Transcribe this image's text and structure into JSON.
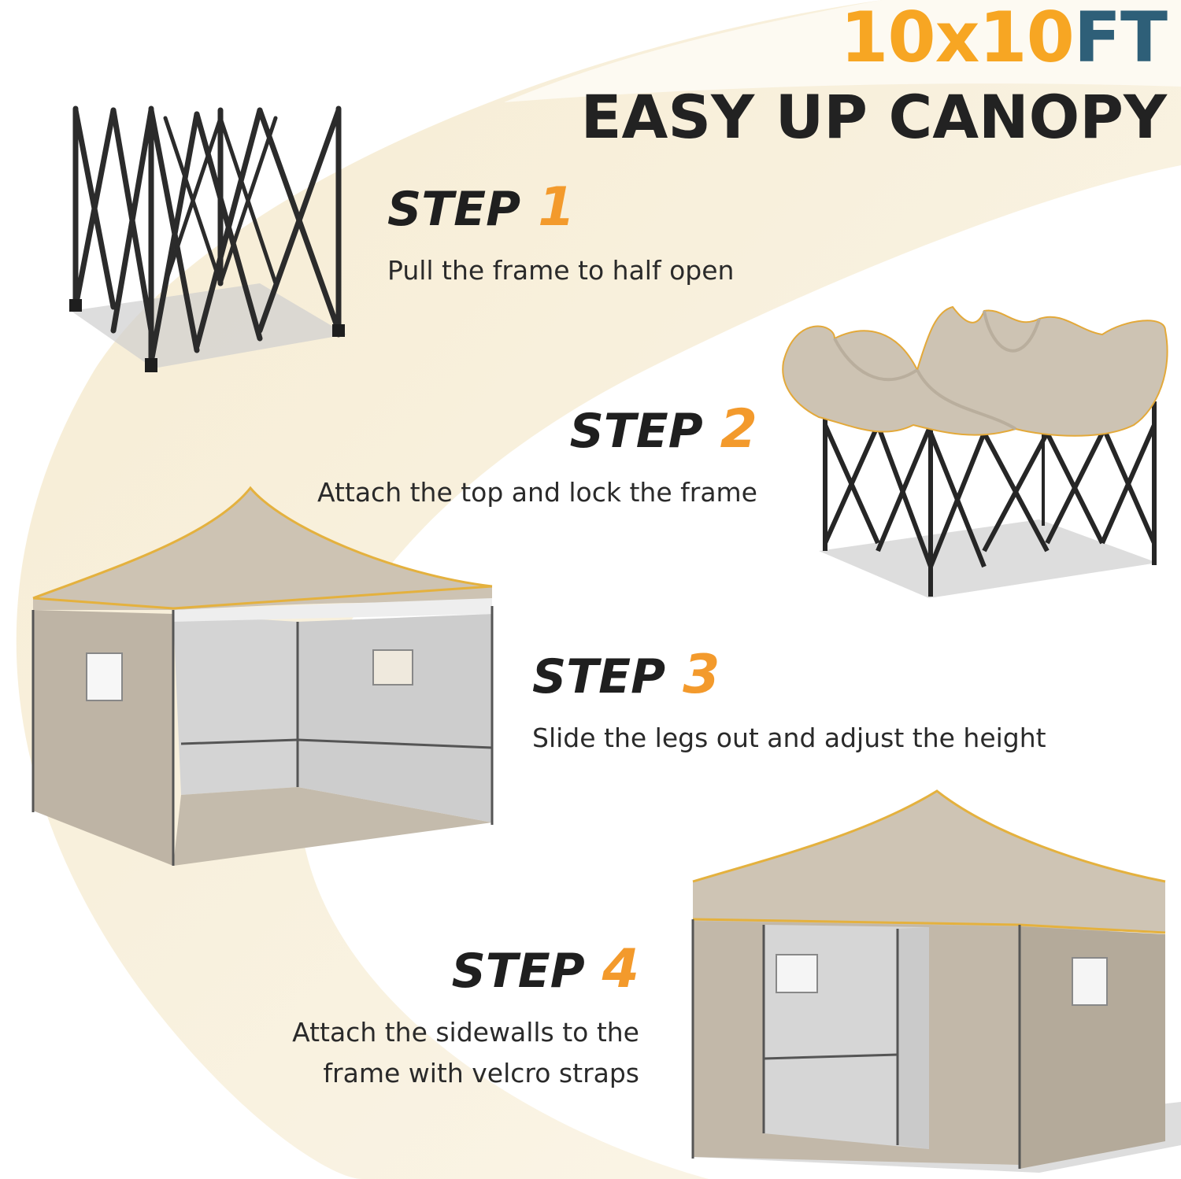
{
  "headline": {
    "size_number": "10x10",
    "size_unit": "FT",
    "subtitle": "EASY UP CANOPY"
  },
  "steps": [
    {
      "label": "STEP",
      "number": "1",
      "description": "Pull the frame to half open"
    },
    {
      "label": "STEP",
      "number": "2",
      "description": "Attach the top and lock the frame"
    },
    {
      "label": "STEP",
      "number": "3",
      "description": "Slide the legs out and adjust the height"
    },
    {
      "label": "STEP",
      "number": "4",
      "description_line1": "Attach the sidewalls to the",
      "description_line2": "frame with velcro straps"
    }
  ],
  "colors": {
    "accent_orange": "#f7a623",
    "accent_blue": "#2e5f78",
    "canopy_fabric": "#c9bfb0",
    "canopy_shadow": "#bab0a1",
    "frame_black": "#262626",
    "background_swirl": "#f8f0dd"
  }
}
